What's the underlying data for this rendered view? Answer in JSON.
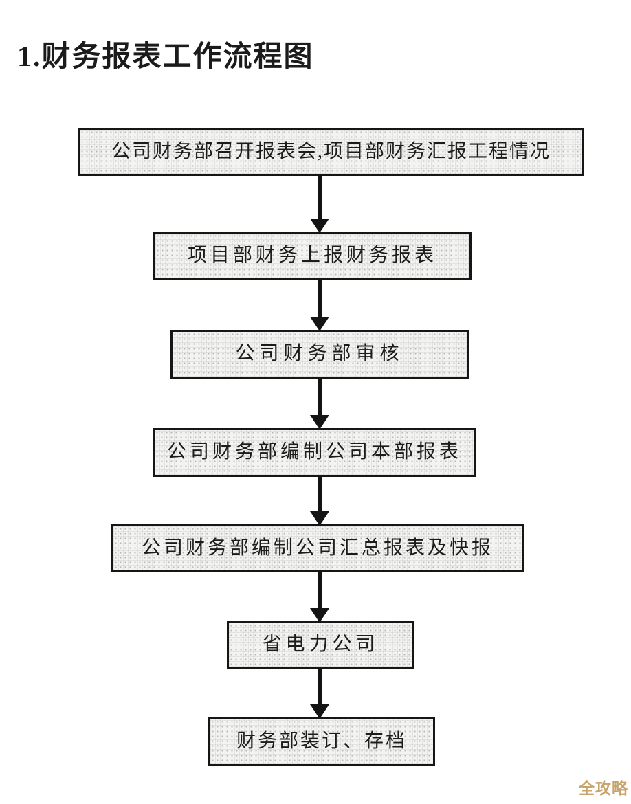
{
  "page": {
    "title": "1.财务报表工作流程图",
    "watermark": "全攻略"
  },
  "colors": {
    "background": "#ffffff",
    "box_fill": "#f3f3f1",
    "box_border": "#161616",
    "arrow": "#141414",
    "text": "#1c1c1c",
    "watermark": "#c6a46c"
  },
  "flowchart": {
    "type": "flowchart",
    "direction": "top-down",
    "nodes": [
      {
        "id": 1,
        "label": "公司财务部召开报表会,项目部财务汇报工程情况"
      },
      {
        "id": 2,
        "label": "项目部财务上报财务报表"
      },
      {
        "id": 3,
        "label": "公司财务部审核"
      },
      {
        "id": 4,
        "label": "公司财务部编制公司本部报表"
      },
      {
        "id": 5,
        "label": "公司财务部编制公司汇总报表及快报"
      },
      {
        "id": 6,
        "label": "省电力公司"
      },
      {
        "id": 7,
        "label": "财务部装订、存档"
      }
    ],
    "edges": [
      {
        "from": 1,
        "to": 2
      },
      {
        "from": 2,
        "to": 3
      },
      {
        "from": 3,
        "to": 4
      },
      {
        "from": 4,
        "to": 5
      },
      {
        "from": 5,
        "to": 6
      },
      {
        "from": 6,
        "to": 7
      }
    ]
  }
}
